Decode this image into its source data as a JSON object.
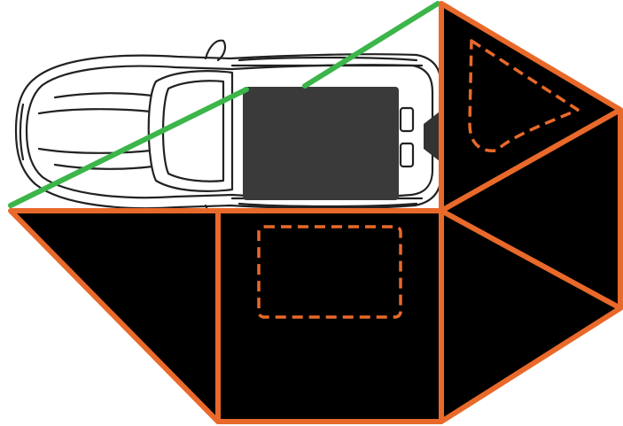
{
  "diagram": {
    "subject": "car-with-awning-top-view",
    "colors": {
      "background": "#ffffff",
      "panel_fill": "#000000",
      "panel_outline": "#e8692a",
      "window_outline": "#e8692a",
      "guide_line": "#3cb54a",
      "car_outline": "#222222",
      "car_body": "#ffffff",
      "roof_box": "#3a3a3a"
    },
    "panels": [
      {
        "name": "left-triangle-panel"
      },
      {
        "name": "center-panel"
      },
      {
        "name": "right-upper-panel"
      },
      {
        "name": "right-middle-panel"
      },
      {
        "name": "right-lower-panel"
      }
    ],
    "windows": [
      {
        "name": "center-window",
        "style": "dashed"
      },
      {
        "name": "upper-right-window",
        "style": "dashed"
      }
    ]
  }
}
